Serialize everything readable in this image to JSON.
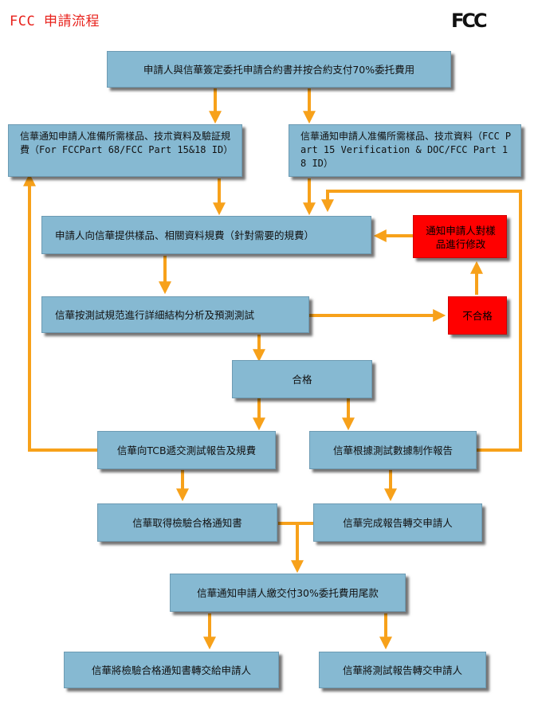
{
  "header": {
    "title": "FCC 申請流程",
    "logo_text": "FC"
  },
  "colors": {
    "box_fill": "#86b9d2",
    "alert_fill": "#ff0000",
    "arrow": "#f7a11a",
    "title": "#e8231d"
  },
  "steps": {
    "contract": "申請人與信華簽定委托申請合約書并按合約支付70%委托費用",
    "notify_part68": "信華通知申請人准備所需樣品、技朮資料及驗証規費（For FCCPart 68/FCC Part 15&18 ID）",
    "notify_part15": "信華通知申請人准備所需樣品、技朮資料（FCC Part 15 Verification & DOC/FCC Part 18 ID）",
    "provide_samples": "申請人向信華提供樣品、相關資料規費（針對需要的規費）",
    "notify_modify": "通知申請人對樣品進行修改",
    "pre_test": "信華按測試規范進行詳細結构分析及預測測試",
    "fail": "不合格",
    "pass": "合格",
    "submit_tcb": "信華向TCB遞交測試報告及規費",
    "make_report": "信華根據測試數據制作報告",
    "get_certificate": "信華取得檢驗合格通知書",
    "deliver_report": "信華完成報告轉交申請人",
    "final_payment": "信華通知申請人繳交付30%委托費用尾款",
    "forward_certificate": "信華將檢驗合格通知書轉交給申請人",
    "forward_report": "信華將測試報告轉交申請人"
  }
}
